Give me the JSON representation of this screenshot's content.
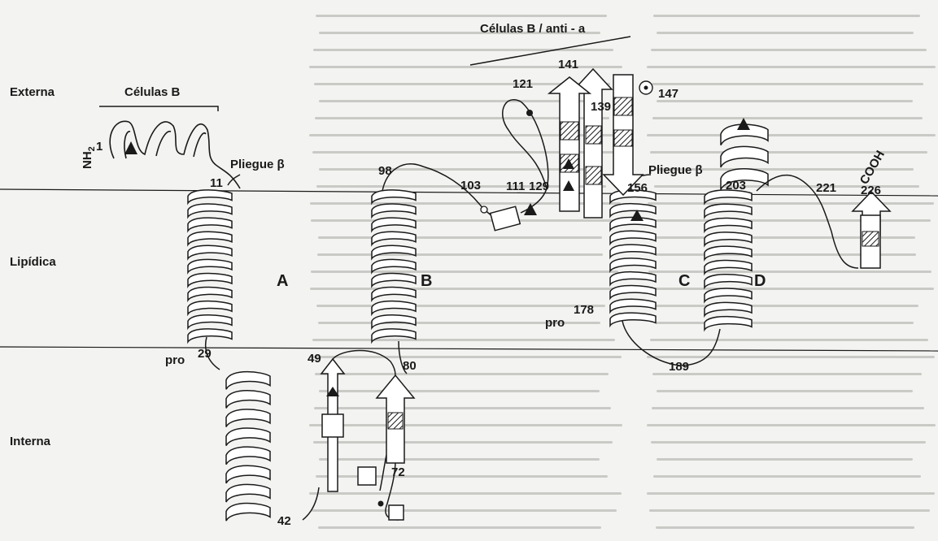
{
  "regions": {
    "externa": "Externa",
    "lipidica": "Lipídica",
    "interna": "Interna"
  },
  "labels": {
    "celulas_b": "Células B",
    "celulas_b_anti_a": "Células B / anti - a",
    "pliegue_left": "Pliegue β",
    "pliegue_right": "Pliegue β",
    "nh2": "NH",
    "nh2_sub": "2",
    "cooh": "COOH",
    "pro_left": "pro",
    "pro_mid": "pro"
  },
  "helices": {
    "a": "A",
    "b": "B",
    "c": "C",
    "d": "D"
  },
  "residues": {
    "r1": "1",
    "r11": "11",
    "r29": "29",
    "r42": "42",
    "r49": "49",
    "r72": "72",
    "r80": "80",
    "r98": "98",
    "r103": "103",
    "r111": "111",
    "r121": "121",
    "r129": "129",
    "r139": "139",
    "r141": "141",
    "r147": "147",
    "r156": "156",
    "r178": "178",
    "r189": "189",
    "r203": "203",
    "r221": "221",
    "r226": "226"
  },
  "colors": {
    "ink": "#1a1a1a",
    "paper": "#f3f3f1",
    "bleed": "#c9c9c6"
  }
}
